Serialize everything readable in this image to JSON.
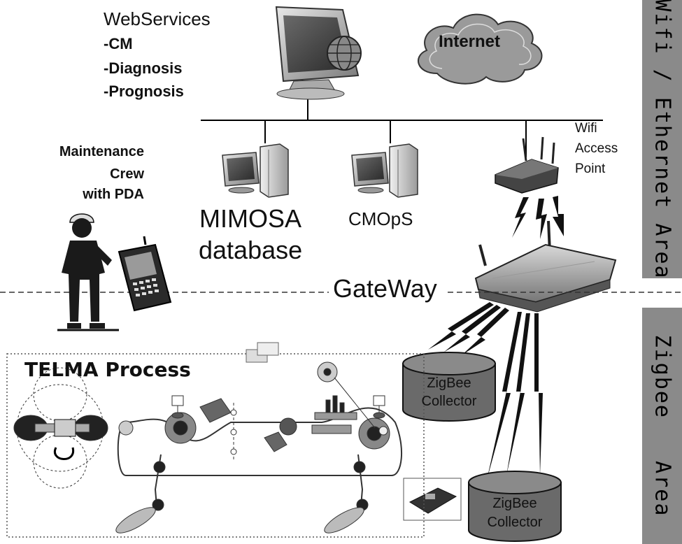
{
  "webservices": {
    "title": "WebServices",
    "items": [
      "-CM",
      "-Diagnosis",
      "-Prognosis"
    ]
  },
  "internet_label": "Internet",
  "maintenance_label": [
    "Maintenance",
    "Crew",
    "with PDA"
  ],
  "mimosa_label": [
    "MIMOSA",
    "database"
  ],
  "cmops_label": "CMOpS",
  "wifi_label": [
    "Wifi",
    "Access",
    "Point"
  ],
  "gateway_label": "GateWay",
  "telma_label": "TELMA Process",
  "collector_top": [
    "ZigBee",
    "Collector"
  ],
  "collector_bottom": [
    "ZigBee",
    "Collector"
  ],
  "bands": {
    "top": "Wifi / Ethernet Area",
    "bottom": "Zigbee   Area"
  },
  "colors": {
    "band": "#8a8a8a",
    "collector": "#6a6a6a",
    "line": "#000000"
  }
}
